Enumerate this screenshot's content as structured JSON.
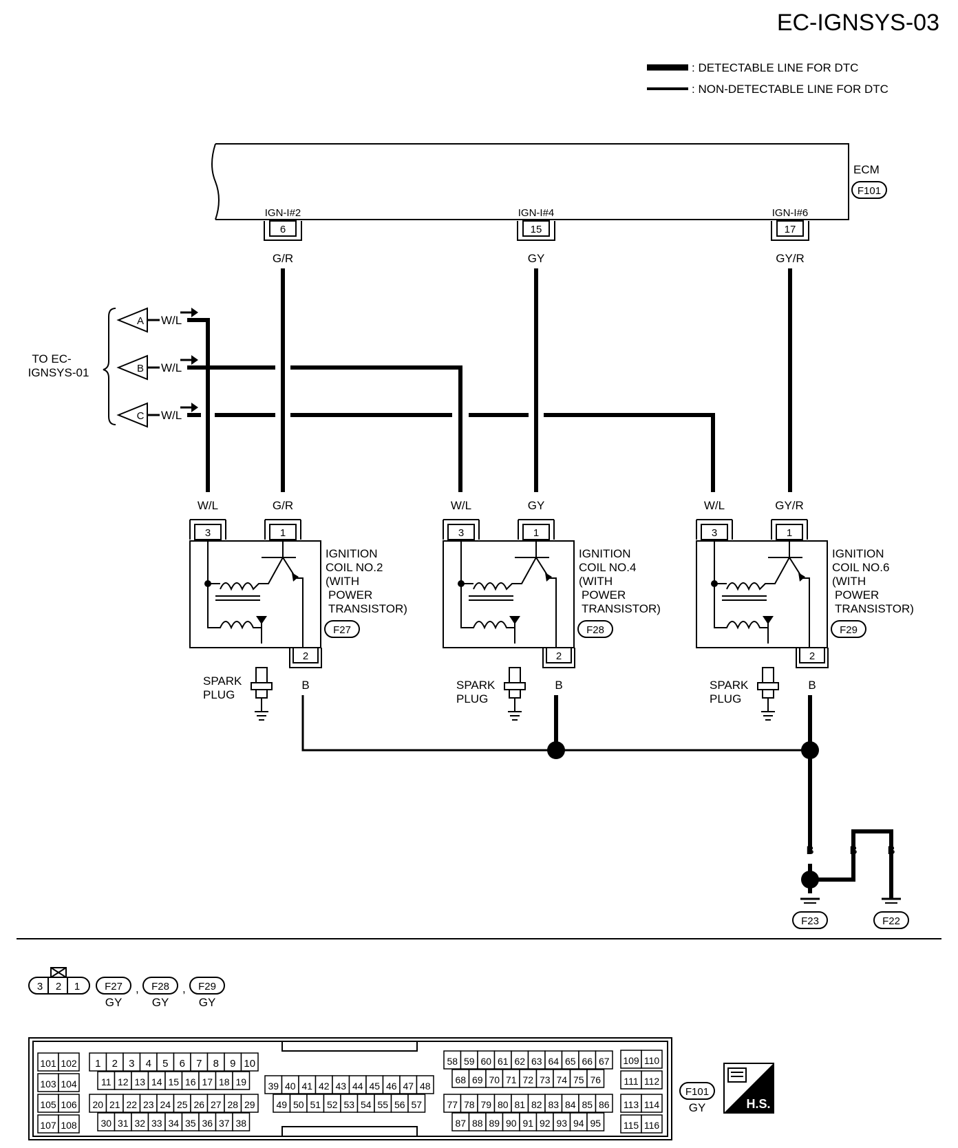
{
  "page_code": "EC-IGNSYS-03",
  "legend": {
    "detectable": ": DETECTABLE LINE FOR DTC",
    "non_detectable": ": NON-DETECTABLE LINE FOR DTC"
  },
  "ecm": {
    "label": "ECM",
    "connector": "F101",
    "terminals": [
      {
        "name": "IGN-I#2",
        "pin": "6",
        "wire": "G/R"
      },
      {
        "name": "IGN-I#4",
        "pin": "15",
        "wire": "GY"
      },
      {
        "name": "IGN-I#6",
        "pin": "17",
        "wire": "GY/R"
      }
    ]
  },
  "to_ref": {
    "label_line1": "TO EC-",
    "label_line2": "IGNSYS-01",
    "connectors": [
      {
        "letter": "A",
        "wire": "W/L"
      },
      {
        "letter": "B",
        "wire": "W/L"
      },
      {
        "letter": "C",
        "wire": "W/L"
      }
    ]
  },
  "coils": [
    {
      "line1": "IGNITION",
      "line2": "COIL NO.2",
      "line3": "(WITH",
      "line4": "POWER",
      "line5": "TRANSISTOR)",
      "connector": "F27",
      "wire3": "W/L",
      "wire1": "G/R",
      "wire2": "B",
      "pin3": "3",
      "pin1": "1",
      "pin2": "2",
      "plug1": "SPARK",
      "plug2": "PLUG"
    },
    {
      "line1": "IGNITION",
      "line2": "COIL NO.4",
      "line3": "(WITH",
      "line4": "POWER",
      "line5": "TRANSISTOR)",
      "connector": "F28",
      "wire3": "W/L",
      "wire1": "GY",
      "wire2": "B",
      "pin3": "3",
      "pin1": "1",
      "pin2": "2",
      "plug1": "SPARK",
      "plug2": "PLUG"
    },
    {
      "line1": "IGNITION",
      "line2": "COIL NO.6",
      "line3": "(WITH",
      "line4": "POWER",
      "line5": "TRANSISTOR)",
      "connector": "F29",
      "wire3": "W/L",
      "wire1": "GY/R",
      "wire2": "B",
      "pin3": "3",
      "pin1": "1",
      "pin2": "2",
      "plug1": "SPARK",
      "plug2": "PLUG"
    }
  ],
  "ground": {
    "wire_a": "B",
    "wire_b": "B",
    "wire_c": "B",
    "g1": "F23",
    "g2": "F22"
  },
  "connector_views": {
    "coil_pins": [
      "3",
      "2",
      "1"
    ],
    "coil_connectors": [
      {
        "id": "F27",
        "color": "GY"
      },
      {
        "id": "F28",
        "color": "GY"
      },
      {
        "id": "F29",
        "color": "GY"
      }
    ],
    "ecm_connector": {
      "id": "F101",
      "color": "GY"
    },
    "hs_badge": "H.S."
  }
}
